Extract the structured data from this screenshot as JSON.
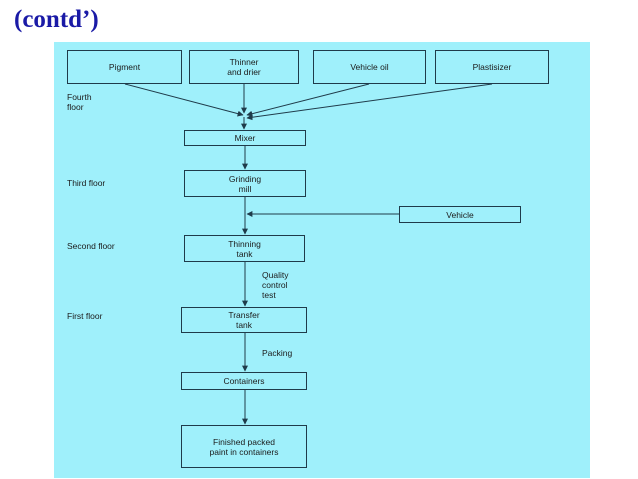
{
  "title": "(contd’)",
  "colors": {
    "title": "#1a1aa6",
    "panel": "#9ff0fb",
    "line": "#1f3b4a"
  },
  "boxes": {
    "pigment": "Pigment",
    "thinner": "Thinner\nand drier",
    "vehicle_oil": "Vehicle oil",
    "plastisizer": "Plastisizer",
    "mixer": "Mixer",
    "grinding_mill": "Grinding\nmill",
    "vehicle": "Vehicle",
    "thinning_tank": "Thinning\ntank",
    "transfer_tank": "Transfer\ntank",
    "containers": "Containers",
    "finished": "Finished packed\npaint in containers"
  },
  "floors": {
    "fourth": "Fourth\nfloor",
    "third": "Third floor",
    "second": "Second floor",
    "first": "First floor"
  },
  "edge_labels": {
    "quality": "Quality\ncontrol\ntest",
    "packing": "Packing"
  }
}
